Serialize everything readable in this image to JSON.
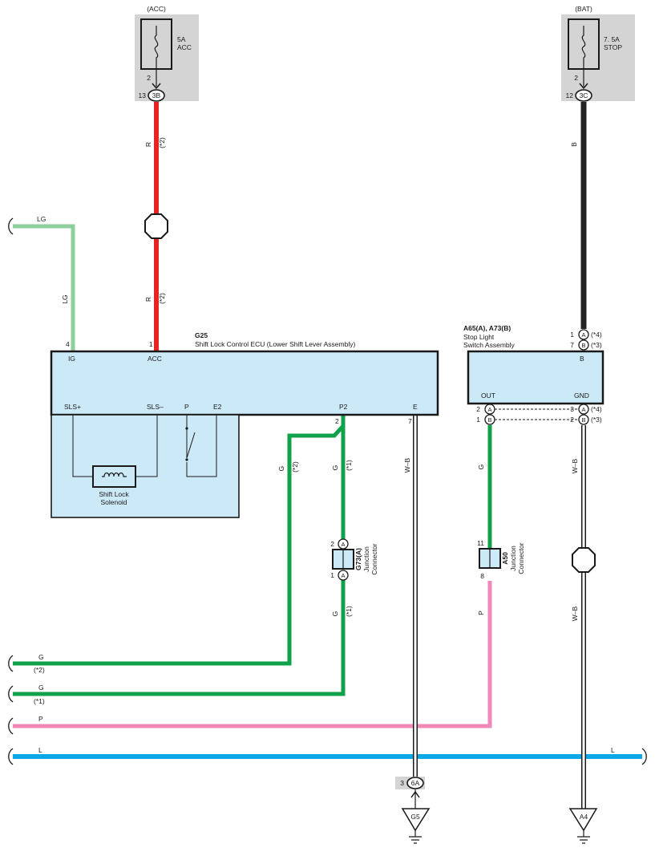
{
  "fuses": {
    "acc": {
      "supply": "(ACC)",
      "rating": "5A",
      "name": "ACC",
      "pin": "2",
      "jpin": "13",
      "junction": "3B"
    },
    "bat": {
      "supply": "(BAT)",
      "rating": "7. 5A",
      "name": "STOP",
      "pin": "2",
      "jpin": "12",
      "junction": "3C"
    }
  },
  "wire_labels": {
    "r": "R",
    "r_note": "(*2)",
    "b": "B",
    "lg": "LG",
    "g": "G",
    "g_note_2": "(*2)",
    "g_note_1": "(*1)",
    "wb": "W–B",
    "p": "P",
    "l": "L"
  },
  "ecu": {
    "code": "G25",
    "name": "Shift Lock Control ECU (Lower Shift Lever Assembly)",
    "pins": {
      "ig_num": "4",
      "ig": "IG",
      "acc_num": "1",
      "acc": "ACC",
      "sls_plus": "SLS+",
      "sls_minus": "SLS–",
      "p": "P",
      "e2": "E2",
      "p2": "P2",
      "p2_num": "2",
      "e": "E",
      "e_num": "7"
    },
    "solenoid_line1": "Shift Lock",
    "solenoid_line2": "Solenoid"
  },
  "stop_switch": {
    "code": "A65(A), A73(B)",
    "line1": "Stop Light",
    "line2": "Switch Assembly",
    "pin_b": "B",
    "pin_out": "OUT",
    "pin_gnd": "GND",
    "top_pins": [
      {
        "num": "1",
        "conn": "A",
        "note": "(*4)"
      },
      {
        "num": "7",
        "conn": "B",
        "note": "(*3)"
      }
    ],
    "out_pins": [
      {
        "num": "2",
        "conn": "A"
      },
      {
        "num": "1",
        "conn": "B"
      }
    ],
    "gnd_pins": [
      {
        "num": "3",
        "conn": "A",
        "note": "(*4)"
      },
      {
        "num": "2",
        "conn": "B",
        "note": "(*3)"
      }
    ]
  },
  "g73": {
    "code": "G73(A)",
    "line1": "Junction",
    "line2": "Connector",
    "top_num": "2",
    "top_conn": "A",
    "bot_num": "1",
    "bot_conn": "A"
  },
  "a50": {
    "code": "A50",
    "line1": "Junction",
    "line2": "Connector",
    "top_num": "11",
    "bot_num": "8"
  },
  "ground_junction": {
    "pin": "3",
    "junction": "6A"
  },
  "grounds": {
    "g5": "G5",
    "a4": "A4"
  },
  "colors": {
    "red": "#e62424",
    "black": "#222222",
    "light_green": "#8fcf9d",
    "green": "#0fa24a",
    "pink": "#ef8ab8",
    "blue": "#0aa8e6",
    "ecu_fill": "#cce9f8",
    "fuse_bg": "#d4d4d4"
  }
}
